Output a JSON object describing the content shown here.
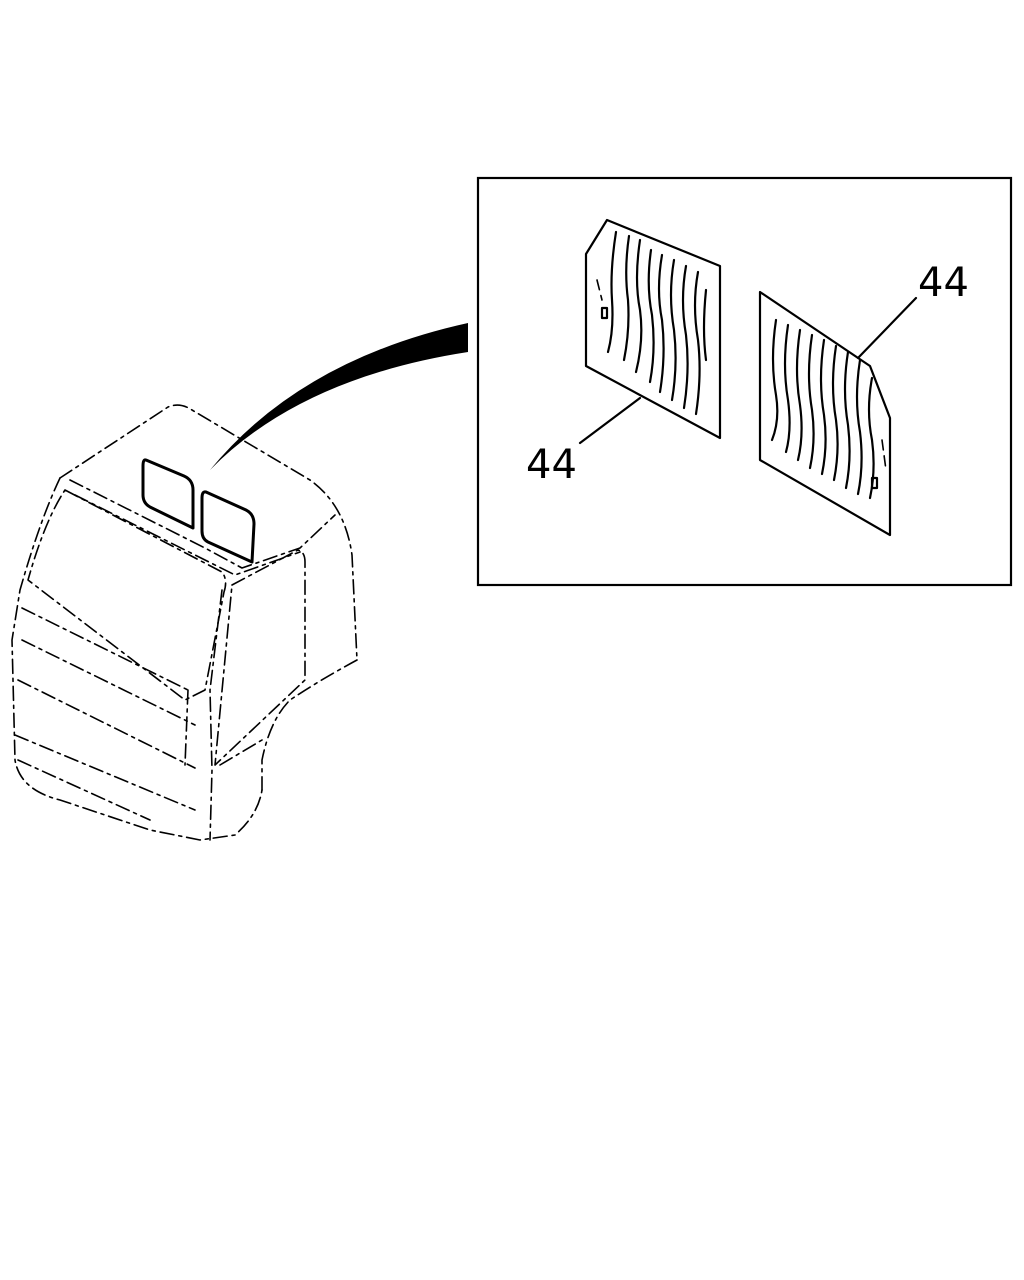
{
  "diagram": {
    "callouts": [
      {
        "id": "left-panel",
        "text": "44"
      },
      {
        "id": "right-panel",
        "text": "44"
      }
    ],
    "colors": {
      "ink": "#000000",
      "paper": "#ffffff"
    }
  }
}
